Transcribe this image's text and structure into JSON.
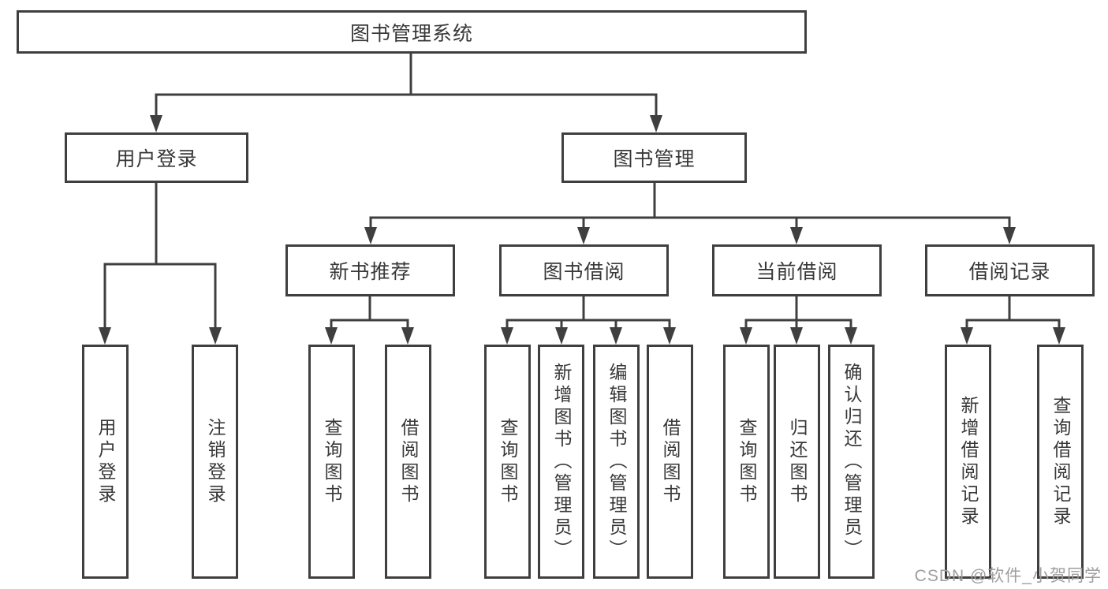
{
  "diagram": {
    "root": {
      "label": "图书管理系统"
    },
    "branches": [
      {
        "id": "user-login",
        "label": "用户登录",
        "children": [
          {
            "label": "用户登录"
          },
          {
            "label": "注销登录"
          }
        ]
      },
      {
        "id": "book-management",
        "label": "图书管理",
        "sections": [
          {
            "id": "new-book-recommend",
            "label": "新书推荐",
            "children": [
              {
                "label": "查询图书"
              },
              {
                "label": "借阅图书"
              }
            ]
          },
          {
            "id": "book-borrowing",
            "label": "图书借阅",
            "children": [
              {
                "label": "查询图书"
              },
              {
                "label": "新增图书（管理员）"
              },
              {
                "label": "编辑图书（管理员）"
              },
              {
                "label": "借阅图书"
              }
            ]
          },
          {
            "id": "current-borrowing",
            "label": "当前借阅",
            "children": [
              {
                "label": "查询图书"
              },
              {
                "label": "归还图书"
              },
              {
                "label": "确认归还（管理员）"
              }
            ]
          },
          {
            "id": "borrowing-records",
            "label": "借阅记录",
            "children": [
              {
                "label": "新增借阅记录"
              },
              {
                "label": "查询借阅记录"
              }
            ]
          }
        ]
      }
    ]
  },
  "watermark": {
    "text": "CSDN @软件_小贺同学"
  },
  "colors": {
    "line": "#3f3f3f",
    "text": "#383838",
    "watermark": "#9e9e9e",
    "background": "#ffffff"
  }
}
